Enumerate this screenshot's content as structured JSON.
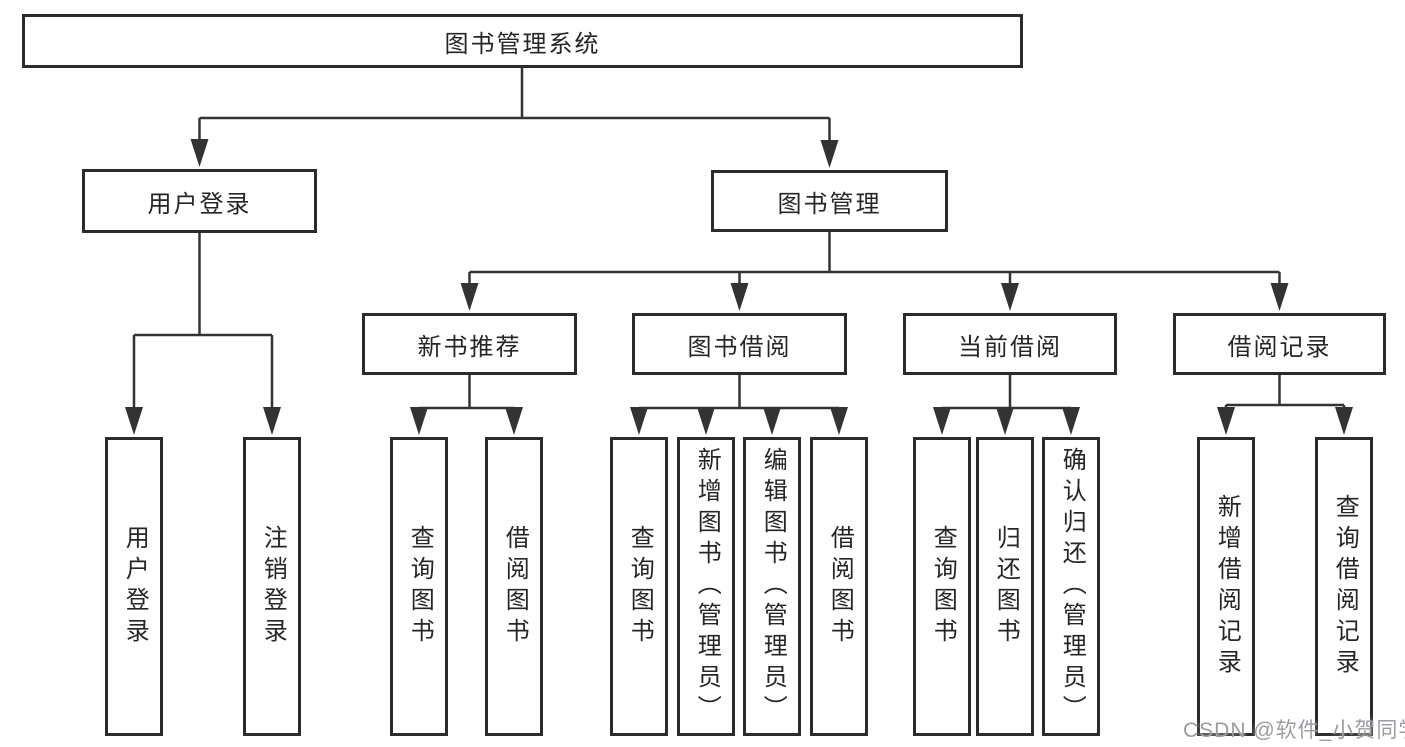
{
  "diagram": {
    "root": {
      "label": "图书管理系统"
    },
    "level2": [
      {
        "label": "用户登录"
      },
      {
        "label": "图书管理"
      }
    ],
    "level3": [
      {
        "label": "新书推荐",
        "parent": "图书管理"
      },
      {
        "label": "图书借阅",
        "parent": "图书管理"
      },
      {
        "label": "当前借阅",
        "parent": "图书管理"
      },
      {
        "label": "借阅记录",
        "parent": "图书管理"
      }
    ],
    "leaves": [
      {
        "label": "用户登录",
        "parent": "用户登录"
      },
      {
        "label": "注销登录",
        "parent": "用户登录"
      },
      {
        "label": "查询图书",
        "parent": "新书推荐"
      },
      {
        "label": "借阅图书",
        "parent": "新书推荐"
      },
      {
        "label": "查询图书",
        "parent": "图书借阅"
      },
      {
        "label": "新增图书（管理员）",
        "parent": "图书借阅"
      },
      {
        "label": "编辑图书（管理员）",
        "parent": "图书借阅"
      },
      {
        "label": "借阅图书",
        "parent": "图书借阅"
      },
      {
        "label": "查询图书",
        "parent": "当前借阅"
      },
      {
        "label": "归还图书",
        "parent": "当前借阅"
      },
      {
        "label": "确认归还（管理员）",
        "parent": "当前借阅"
      },
      {
        "label": "新增借阅记录",
        "parent": "借阅记录"
      },
      {
        "label": "查询借阅记录",
        "parent": "借阅记录"
      }
    ]
  },
  "watermark": {
    "text": "CSDN @软件_小贺同学",
    "color": "#9c9ca2"
  },
  "colors": {
    "background": "#ffffff",
    "line": "#333333",
    "box_border": "#2b2b2b",
    "box_fill": "#ffffff",
    "text": "#262626"
  }
}
